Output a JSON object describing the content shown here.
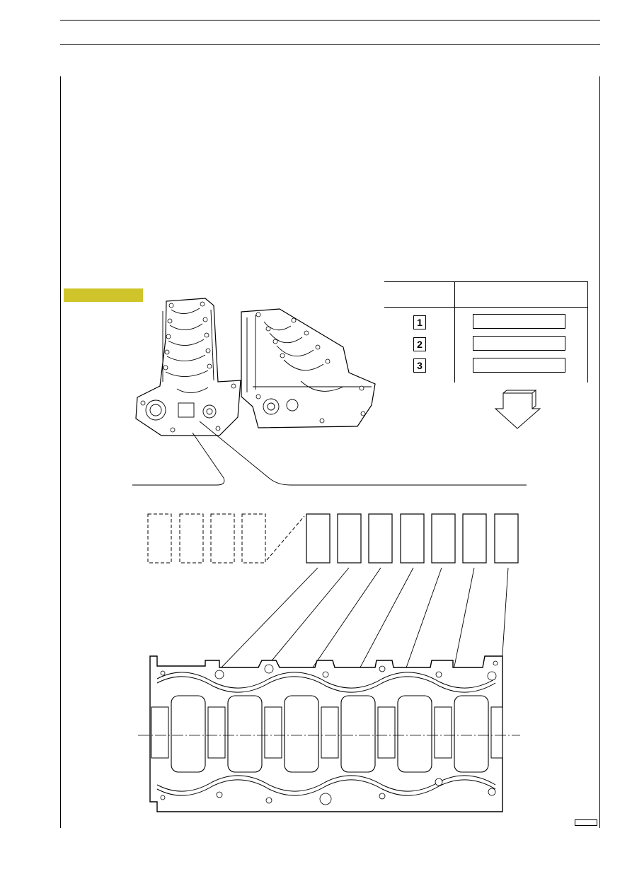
{
  "page": {
    "header_text": "",
    "section_tag": "",
    "page_number": ""
  },
  "grade_table": {
    "header_left": "",
    "header_right": "",
    "rows": [
      {
        "label": "1",
        "value": ""
      },
      {
        "label": "2",
        "value": ""
      },
      {
        "label": "3",
        "value": ""
      }
    ]
  },
  "illustration": {
    "main_bearing_count": 7,
    "unused_stamp_boxes": 4,
    "colors": {
      "tag": "#cfc52a",
      "line": "#000000"
    }
  }
}
